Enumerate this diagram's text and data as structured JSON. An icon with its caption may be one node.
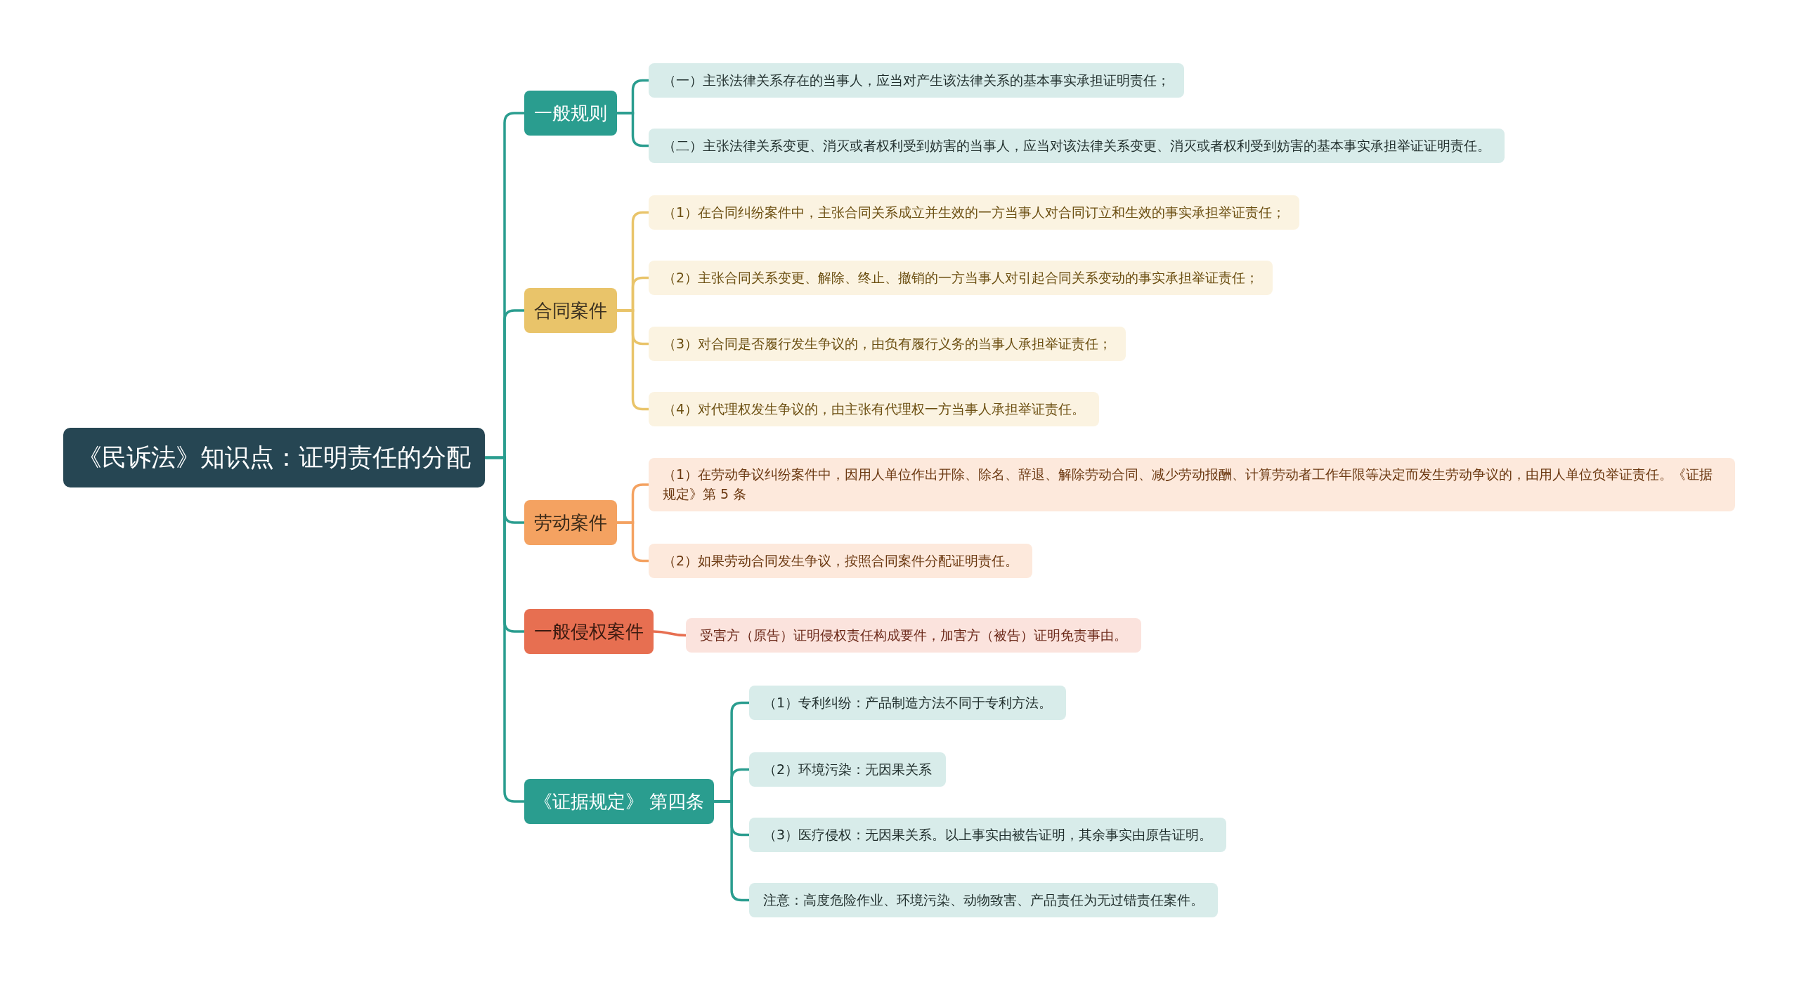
{
  "diagram": {
    "nodes": [
      {
        "text": [
          "《民诉法》知识点：证明责任的分配"
        ]
      },
      {
        "text": [
          "一般规则"
        ]
      },
      {
        "text": [
          "（一）主张法律关系存在的当事人，应当对产生该法律关系的基本事实承担证明责任；"
        ]
      },
      {
        "text": [
          "（二）主张法律关系变更、消灭或者权利受到妨害的当事人，应当对该法律关系变更、消灭或者权利受到妨害的基本事实承担举证证明责任。"
        ]
      },
      {
        "text": [
          "合同案件"
        ]
      },
      {
        "text": [
          "（1）在合同纠纷案件中，主张合同关系成立并生效的一方当事人对合同订立和生效的事实承担举证责任；"
        ]
      },
      {
        "text": [
          "（2）主张合同关系变更、解除、终止、撤销的一方当事人对引起合同关系变动的事实承担举证责任；"
        ]
      },
      {
        "text": [
          "（3）对合同是否履行发生争议的，由负有履行义务的当事人承担举证责任；"
        ]
      },
      {
        "text": [
          "（4）对代理权发生争议的，由主张有代理权一方当事人承担举证责任。"
        ]
      },
      {
        "text": [
          "劳动案件"
        ]
      },
      {
        "text": [
          "（1）在劳动争议纠纷案件中，因用人单位作出开除、除名、辞退、解除劳动合同、减少劳动报酬、计算劳动者工作年限等决定而发生劳动争议的，由用人单位负举证责任。《证据规定》第 5 条"
        ]
      },
      {
        "text": [
          "（2）如果劳动合同发生争议，按照合同案件分配证明责任。"
        ]
      },
      {
        "text": [
          "一般侵权案件"
        ]
      },
      {
        "text": [
          "受害方（原告）证明侵权责任构成要件，加害方（被告）证明免责事由。"
        ]
      },
      {
        "text": [
          "《证据规定》 第四条"
        ]
      },
      {
        "text": [
          "（1）专利纠纷：产品制造方法不同于专利方法。"
        ]
      },
      {
        "text": [
          "（2）环境污染：无因果关系"
        ]
      },
      {
        "text": [
          "（3）医疗侵权：无因果关系。以上事实由被告证明，其余事实由原告证明。"
        ]
      },
      {
        "text": [
          "注意：高度危险作业、环境污染、动物致害、产品责任为无过错责任案件。"
        ]
      }
    ],
    "edges": [
      {
        "from": 0,
        "to": 1,
        "arrow": "none"
      },
      {
        "from": 0,
        "to": 4,
        "arrow": "none"
      },
      {
        "from": 0,
        "to": 9,
        "arrow": "none"
      },
      {
        "from": 0,
        "to": 12,
        "arrow": "none"
      },
      {
        "from": 0,
        "to": 14,
        "arrow": "none"
      },
      {
        "from": 1,
        "to": 2,
        "arrow": "none"
      },
      {
        "from": 1,
        "to": 3,
        "arrow": "none"
      },
      {
        "from": 4,
        "to": 5,
        "arrow": "none",
        "color": "#e9c46a"
      },
      {
        "from": 4,
        "to": 6,
        "arrow": "none",
        "color": "#e9c46a"
      },
      {
        "from": 4,
        "to": 7,
        "arrow": "none",
        "color": "#e9c46a"
      },
      {
        "from": 4,
        "to": 8,
        "arrow": "none",
        "color": "#e9c46a"
      },
      {
        "from": 9,
        "to": 10,
        "arrow": "none",
        "color": "#f4a261"
      },
      {
        "from": 9,
        "to": 11,
        "arrow": "none",
        "color": "#f4a261"
      },
      {
        "from": 12,
        "to": 13,
        "arrow": "none",
        "color": "#e76f51"
      },
      {
        "from": 14,
        "to": 15,
        "arrow": "none"
      },
      {
        "from": 14,
        "to": 16,
        "arrow": "none"
      },
      {
        "from": 14,
        "to": 17,
        "arrow": "none"
      },
      {
        "from": 14,
        "to": 18,
        "arrow": "none"
      }
    ]
  }
}
